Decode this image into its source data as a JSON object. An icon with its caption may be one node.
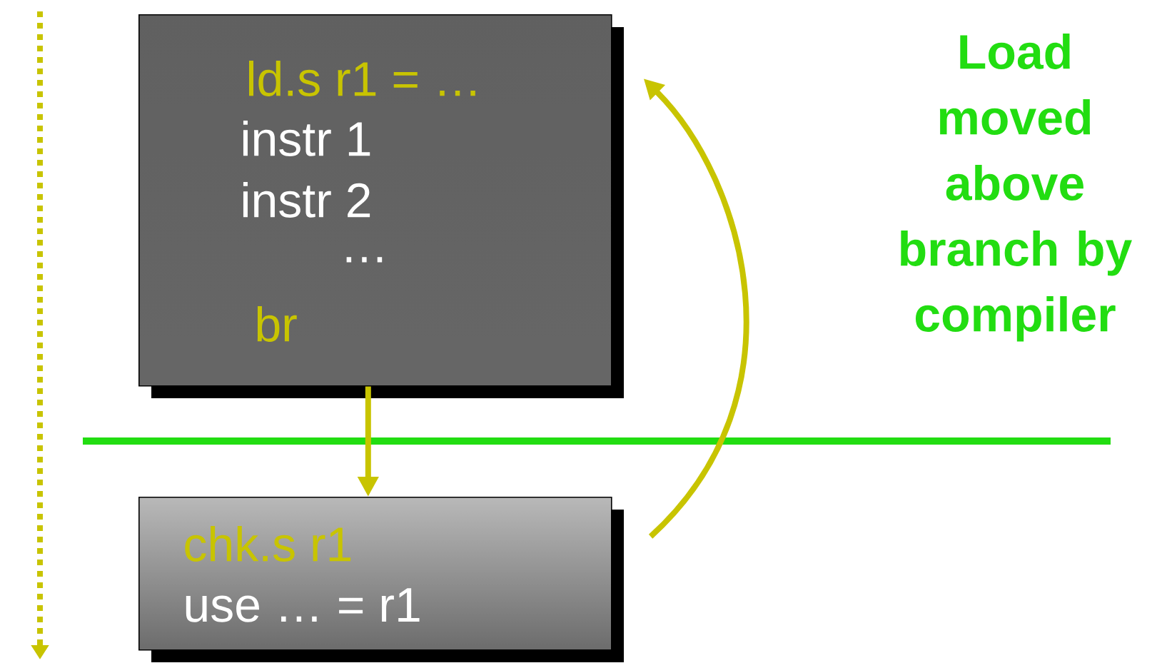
{
  "diagram": {
    "nodes": [
      {
        "text": [
          "ld.s r1 = …",
          "instr    1",
          "instr    2",
          "…",
          "br"
        ]
      },
      {
        "text": [
          "chk.s r1",
          "use   … = r1"
        ]
      }
    ],
    "edges": [
      {
        "from": 0,
        "to": 1,
        "arrow": "to"
      },
      {
        "from": 1,
        "to": 0,
        "arrow": "to"
      }
    ],
    "labels": [
      "Load moved above branch by compiler"
    ]
  }
}
